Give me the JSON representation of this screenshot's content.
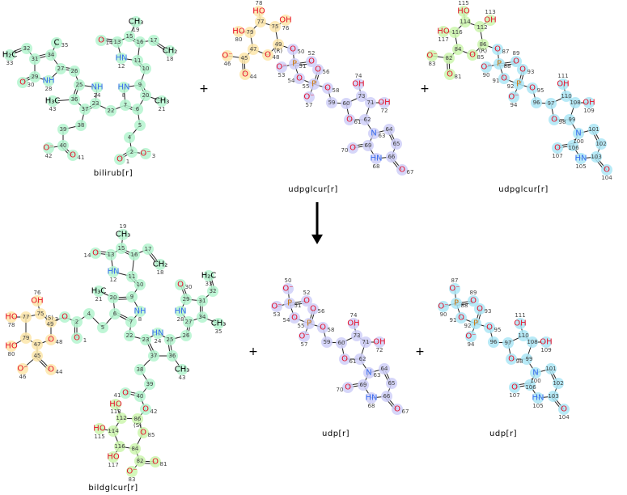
{
  "reaction": {
    "reactants": [
      "bilirub[r]",
      "udpglcur[r]",
      "udpglcur[r]"
    ],
    "products": [
      "bildglcur[r]",
      "udp[r]",
      "udp[r]"
    ],
    "plus": "+",
    "arrow": "down-arrow"
  },
  "colors": {
    "oxygen": "#e8102a",
    "nitrogen": "#3a6ef0",
    "phosphorus": "#d07a10",
    "carbon": "#000000",
    "mint": "#b4f5cf",
    "orange": "#fde6aa",
    "lavender": "#cfcff8",
    "lightgreen": "#cdf6ae",
    "cyan": "#ace6f6"
  },
  "molecules": {
    "bilirub": {
      "19": [
        "19",
        "CH₃"
      ],
      "15": [
        "15",
        ""
      ],
      "16": [
        "16",
        ""
      ],
      "17": [
        "17",
        ""
      ],
      "18": [
        "18",
        "CH₂"
      ],
      "13": [
        "13",
        ""
      ],
      "14": [
        "14",
        "O"
      ],
      "12": [
        "12",
        "HN"
      ],
      "11": [
        "11",
        ""
      ],
      "10": [
        "10",
        ""
      ],
      "9": [
        "9",
        ""
      ],
      "8": [
        "8",
        "HN"
      ],
      "20": [
        "20",
        ""
      ],
      "21": [
        "21",
        "CH₃"
      ],
      "6": [
        "6",
        ""
      ],
      "7": [
        "7",
        ""
      ],
      "5": [
        "5",
        ""
      ],
      "4": [
        "4",
        ""
      ],
      "2": [
        "2",
        ""
      ],
      "1": [
        "1",
        "O"
      ],
      "3": [
        "3",
        "O⁻"
      ],
      "22": [
        "22",
        ""
      ],
      "23": [
        "23",
        ""
      ],
      "24": [
        "24",
        "NH"
      ],
      "25": [
        "25",
        ""
      ],
      "36": [
        "36",
        ""
      ],
      "43": [
        "43",
        "H₃C"
      ],
      "37": [
        "37",
        ""
      ],
      "38": [
        "38",
        ""
      ],
      "39": [
        "39",
        ""
      ],
      "40": [
        "40",
        ""
      ],
      "42": [
        "42",
        "O⁻"
      ],
      "41": [
        "41",
        "O"
      ],
      "26": [
        "26",
        ""
      ],
      "27": [
        "27",
        ""
      ],
      "34": [
        "34",
        ""
      ],
      "35": [
        "35",
        "C"
      ],
      "31": [
        "31",
        ""
      ],
      "32": [
        "32",
        ""
      ],
      "33": [
        "33",
        "H₂C"
      ],
      "29": [
        "29",
        ""
      ],
      "30": [
        "30",
        "O"
      ],
      "28": [
        "28",
        "NH"
      ]
    },
    "udpglcur1": {
      "78": [
        "78",
        "HO"
      ],
      "77": [
        "77",
        ""
      ],
      "76": [
        "76",
        "OH"
      ],
      "75": [
        "75",
        ""
      ],
      "79": [
        "79",
        ""
      ],
      "80": [
        "80",
        "HO"
      ],
      "49": [
        "49",
        "(R)"
      ],
      "48": [
        "48",
        "O"
      ],
      "47": [
        "47",
        ""
      ],
      "45": [
        "45",
        ""
      ],
      "46": [
        "46",
        "O⁻"
      ],
      "44": [
        "44",
        "O"
      ],
      "50": [
        "50",
        "O"
      ],
      "51": [
        "51",
        "P"
      ],
      "52": [
        "52",
        "O"
      ],
      "53": [
        "53",
        "O⁻"
      ],
      "54": [
        "54",
        "O"
      ],
      "55": [
        "55",
        "P"
      ],
      "56": [
        "56",
        "O"
      ],
      "57": [
        "57",
        "O⁻"
      ],
      "58": [
        "58",
        "O"
      ],
      "59": [
        "59",
        ""
      ],
      "60": [
        "60",
        ""
      ],
      "61": [
        "61",
        "O"
      ],
      "73": [
        "73",
        ""
      ],
      "74": [
        "74",
        "OH"
      ],
      "71": [
        "71",
        ""
      ],
      "72": [
        "72",
        "OH"
      ],
      "62": [
        "62",
        ""
      ],
      "63": [
        "63",
        "N"
      ],
      "64": [
        "64",
        ""
      ],
      "65": [
        "65",
        ""
      ],
      "66": [
        "66",
        ""
      ],
      "67": [
        "67",
        "O"
      ],
      "68": [
        "68",
        "HN"
      ],
      "69": [
        "69",
        ""
      ],
      "70": [
        "70",
        "O"
      ]
    },
    "udpglcur2": {
      "78": [
        "115",
        "HO"
      ],
      "77": [
        "114",
        ""
      ],
      "76": [
        "113",
        "OH"
      ],
      "75": [
        "112",
        ""
      ],
      "79": [
        "116",
        ""
      ],
      "80": [
        "117",
        "HO"
      ],
      "49": [
        "86",
        "(R)"
      ],
      "48": [
        "85",
        "O"
      ],
      "47": [
        "84",
        ""
      ],
      "45": [
        "82",
        ""
      ],
      "46": [
        "83",
        "O⁻"
      ],
      "44": [
        "81",
        "O"
      ],
      "50": [
        "87",
        "O"
      ],
      "51": [
        "88",
        "P"
      ],
      "52": [
        "89",
        "O"
      ],
      "53": [
        "90",
        "O⁻"
      ],
      "54": [
        "91",
        "O"
      ],
      "55": [
        "92",
        "P"
      ],
      "56": [
        "93",
        "O"
      ],
      "57": [
        "94",
        "O⁻"
      ],
      "58": [
        "95",
        "O"
      ],
      "59": [
        "96",
        ""
      ],
      "60": [
        "97",
        ""
      ],
      "61": [
        "98",
        "O"
      ],
      "73": [
        "110",
        ""
      ],
      "74": [
        "111",
        "OH"
      ],
      "71": [
        "108",
        ""
      ],
      "72": [
        "109",
        "OH"
      ],
      "62": [
        "99",
        ""
      ],
      "63": [
        "100",
        "N"
      ],
      "64": [
        "101",
        ""
      ],
      "65": [
        "102",
        ""
      ],
      "66": [
        "103",
        ""
      ],
      "67": [
        "104",
        "O"
      ],
      "68": [
        "105",
        "HN"
      ],
      "69": [
        "106",
        ""
      ],
      "70": [
        "107",
        "O"
      ]
    },
    "udp1": {
      "50": [
        "50",
        "O⁻"
      ],
      "51": [
        "51",
        "P"
      ],
      "52": [
        "52",
        "O"
      ],
      "53": [
        "53",
        "O⁻"
      ],
      "54": [
        "54",
        "O"
      ],
      "55": [
        "55",
        "P"
      ],
      "56": [
        "56",
        "O"
      ],
      "57": [
        "57",
        "O⁻"
      ],
      "58": [
        "58",
        "O"
      ],
      "59": [
        "59",
        ""
      ],
      "60": [
        "60",
        ""
      ],
      "61": [
        "61",
        "O"
      ],
      "73": [
        "73",
        ""
      ],
      "74": [
        "74",
        "OH"
      ],
      "71": [
        "71",
        ""
      ],
      "72": [
        "72",
        "OH"
      ],
      "62": [
        "62",
        ""
      ],
      "63": [
        "63",
        "N"
      ],
      "64": [
        "64",
        ""
      ],
      "65": [
        "65",
        ""
      ],
      "66": [
        "66",
        ""
      ],
      "67": [
        "67",
        "O"
      ],
      "68": [
        "68",
        "HN"
      ],
      "69": [
        "69",
        ""
      ],
      "70": [
        "70",
        "O"
      ]
    },
    "udp2": {
      "50": [
        "87",
        "O⁻"
      ],
      "51": [
        "88",
        "P"
      ],
      "52": [
        "89",
        "O"
      ],
      "53": [
        "90",
        "O⁻"
      ],
      "54": [
        "91",
        "O"
      ],
      "55": [
        "92",
        "P"
      ],
      "56": [
        "93",
        "O"
      ],
      "57": [
        "94",
        "O⁻"
      ],
      "58": [
        "95",
        "O"
      ],
      "59": [
        "96",
        ""
      ],
      "60": [
        "97",
        ""
      ],
      "61": [
        "98",
        "O"
      ],
      "73": [
        "110",
        ""
      ],
      "74": [
        "111",
        "OH"
      ],
      "71": [
        "108",
        ""
      ],
      "72": [
        "109",
        "OH"
      ],
      "62": [
        "99",
        ""
      ],
      "63": [
        "100",
        "N"
      ],
      "64": [
        "101",
        ""
      ],
      "65": [
        "102",
        ""
      ],
      "66": [
        "103",
        ""
      ],
      "67": [
        "104",
        "O"
      ],
      "68": [
        "105",
        "HN"
      ],
      "69": [
        "106",
        ""
      ],
      "70": [
        "107",
        "O"
      ]
    },
    "bildglcur": {
      "19": [
        "19",
        "CH₃"
      ],
      "15": [
        "15",
        ""
      ],
      "16": [
        "16",
        ""
      ],
      "17": [
        "17",
        ""
      ],
      "18": [
        "18",
        "CH₂"
      ],
      "13": [
        "13",
        ""
      ],
      "14": [
        "14",
        "O"
      ],
      "12": [
        "12",
        "HN"
      ],
      "11": [
        "11",
        ""
      ],
      "10": [
        "10",
        ""
      ],
      "9": [
        "9",
        ""
      ],
      "8": [
        "8",
        "NH"
      ],
      "7": [
        "7",
        ""
      ],
      "6": [
        "6",
        ""
      ],
      "20": [
        "20",
        ""
      ],
      "21": [
        "21",
        "H₃C"
      ],
      "5": [
        "5",
        ""
      ],
      "4": [
        "4",
        ""
      ],
      "2": [
        "2",
        ""
      ],
      "1": [
        "1",
        "O"
      ],
      "3": [
        "3",
        "O"
      ],
      "49": [
        "49",
        "(S)"
      ],
      "76": [
        "76",
        "OH"
      ],
      "75": [
        "75",
        ""
      ],
      "77": [
        "77",
        ""
      ],
      "78": [
        "78",
        "HO"
      ],
      "79": [
        "79",
        ""
      ],
      "80": [
        "80",
        "HO"
      ],
      "47": [
        "47",
        ""
      ],
      "48": [
        "48",
        "O"
      ],
      "45": [
        "45",
        ""
      ],
      "46": [
        "46",
        "O⁻"
      ],
      "44": [
        "44",
        "O"
      ],
      "22": [
        "22",
        ""
      ],
      "23": [
        "23",
        ""
      ],
      "24": [
        "24",
        "HN"
      ],
      "25": [
        "25",
        ""
      ],
      "26": [
        "26",
        ""
      ],
      "27": [
        "27",
        ""
      ],
      "28": [
        "28",
        "HN"
      ],
      "29": [
        "29",
        ""
      ],
      "30": [
        "30",
        "O"
      ],
      "31": [
        "31",
        ""
      ],
      "32": [
        "32",
        ""
      ],
      "33": [
        "33",
        "H₂C"
      ],
      "34": [
        "34",
        ""
      ],
      "35": [
        "35",
        "CH₃"
      ],
      "36": [
        "36",
        ""
      ],
      "43": [
        "43",
        "CH₃"
      ],
      "37": [
        "37",
        ""
      ],
      "38": [
        "38",
        ""
      ],
      "39": [
        "39",
        ""
      ],
      "40": [
        "40",
        ""
      ],
      "41": [
        "41",
        "O"
      ],
      "42": [
        "42",
        "O"
      ],
      "86": [
        "86",
        "(S)"
      ],
      "85": [
        "85",
        "O"
      ],
      "84": [
        "84",
        ""
      ],
      "82": [
        "82",
        ""
      ],
      "81": [
        "81",
        "O"
      ],
      "83": [
        "83",
        "O⁻"
      ],
      "116": [
        "116",
        ""
      ],
      "117": [
        "117",
        "HO"
      ],
      "114": [
        "114",
        ""
      ],
      "115": [
        "115",
        "HO"
      ],
      "112": [
        "112",
        ""
      ],
      "113": [
        "113",
        "HO"
      ]
    }
  }
}
